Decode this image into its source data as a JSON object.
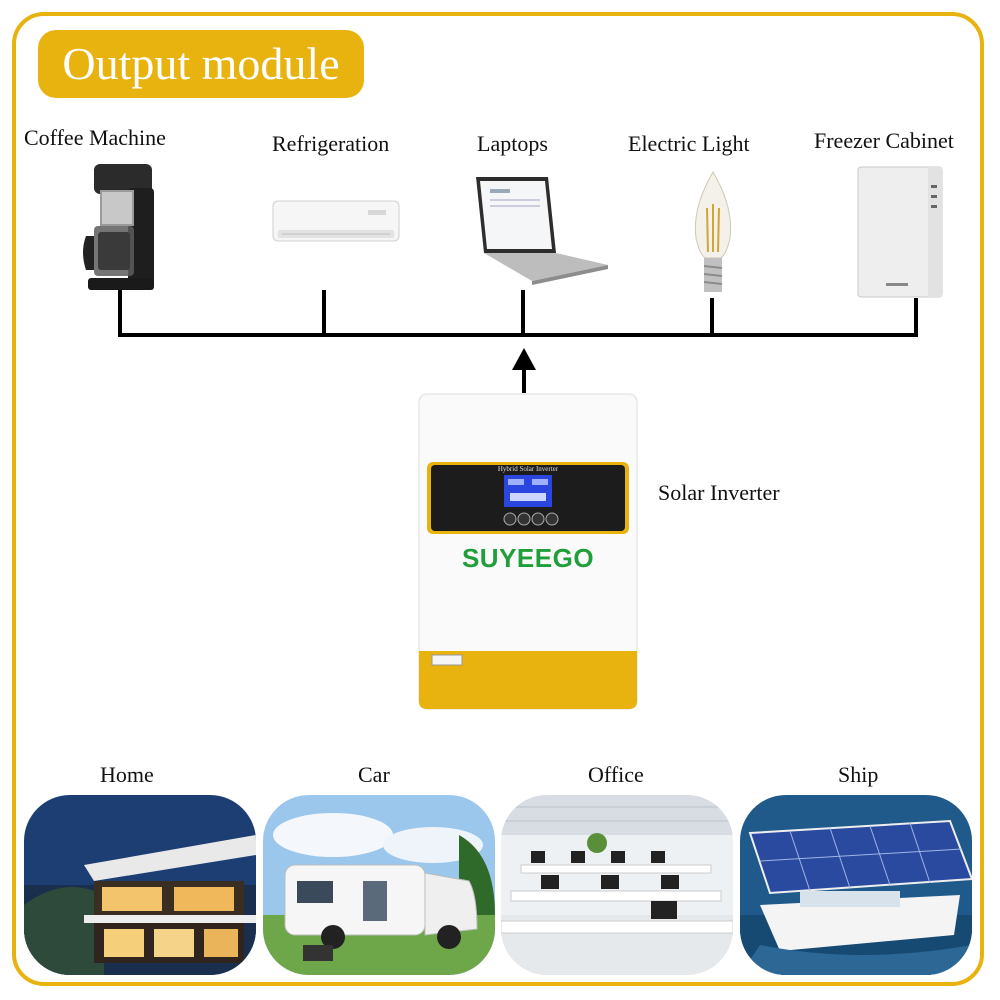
{
  "title": "Output module",
  "devices": [
    {
      "label": "Coffee Machine",
      "icon": "coffee-machine-icon"
    },
    {
      "label": "Refrigeration",
      "icon": "air-conditioner-icon"
    },
    {
      "label": "Laptops",
      "icon": "laptop-icon"
    },
    {
      "label": "Electric Light",
      "icon": "light-bulb-icon"
    },
    {
      "label": "Freezer Cabinet",
      "icon": "freezer-cabinet-icon"
    }
  ],
  "inverter": {
    "label": "Solar Inverter",
    "brand": "SUYEEGO",
    "panel_text": "Hybrid Solar Inverter"
  },
  "applications": [
    {
      "label": "Home"
    },
    {
      "label": "Car"
    },
    {
      "label": "Office"
    },
    {
      "label": "Ship"
    }
  ],
  "colors": {
    "accent": "#E8B20F",
    "brand_green": "#1F9E3A",
    "screen_blue": "#2A45E0"
  }
}
